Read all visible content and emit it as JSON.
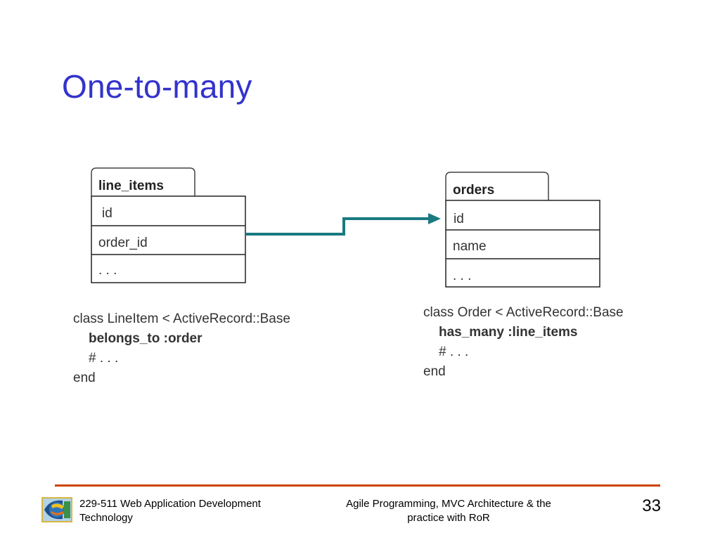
{
  "slide": {
    "title": "One-to-many"
  },
  "tables": {
    "left": {
      "name": "line_items",
      "rows": [
        "id",
        "order_id",
        ". . ."
      ]
    },
    "right": {
      "name": "orders",
      "rows": [
        "id",
        "name",
        ". . ."
      ]
    }
  },
  "code_left": {
    "line1": "class LineItem < ActiveRecord::Base",
    "line2": "belongs_to :order",
    "line3": "# . . .",
    "line4": "end"
  },
  "code_right": {
    "line1": "class Order < ActiveRecord::Base",
    "line2": "has_many :line_items",
    "line3": "# . . .",
    "line4": "end"
  },
  "footer": {
    "course_line1": "229-511 Web Application Development",
    "course_line2": "Technology",
    "topic_line1": "Agile Programming, MVC Architecture & the",
    "topic_line2": "practice with RoR",
    "page_number": "33"
  },
  "colors": {
    "title": "#3333cc",
    "arrow": "#1a7a80",
    "footer_rule": "#cc4400"
  }
}
